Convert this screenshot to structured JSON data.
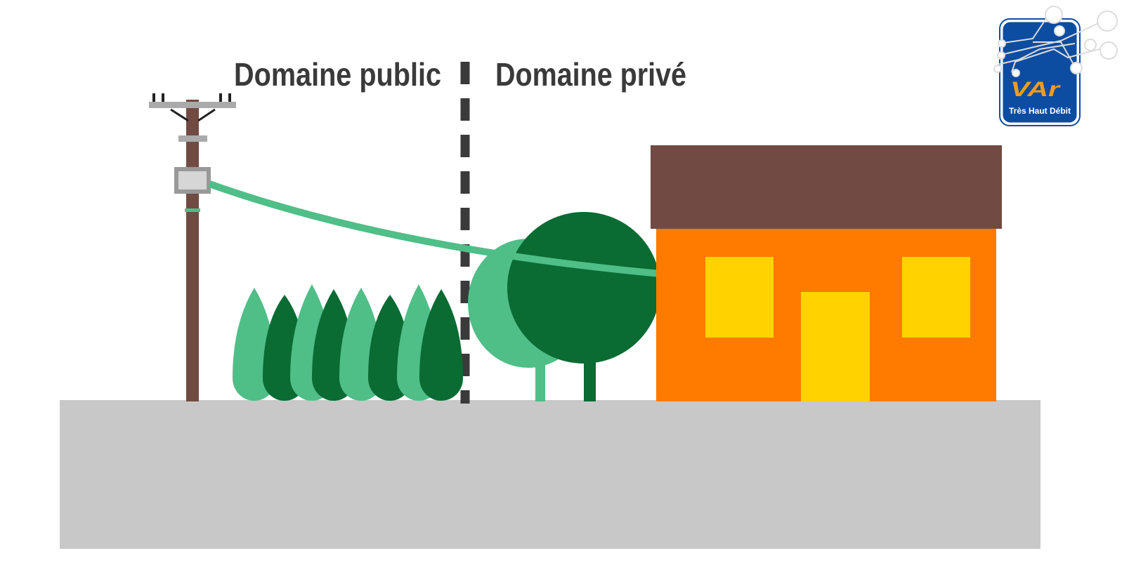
{
  "labels": {
    "public": "Domaine public",
    "private": "Domaine privé"
  },
  "logo": {
    "brand": "VAr",
    "tagline": "Très Haut Débit"
  },
  "colors": {
    "ground": "#c8c8c8",
    "pole": "#714b43",
    "cable": "#4fbe87",
    "tree_light": "#4fbe87",
    "tree_dark": "#0a6b33",
    "house_wall": "#ff7b00",
    "house_roof": "#714b43",
    "windows": "#ffd200",
    "logo_blue": "#0c4da2"
  }
}
